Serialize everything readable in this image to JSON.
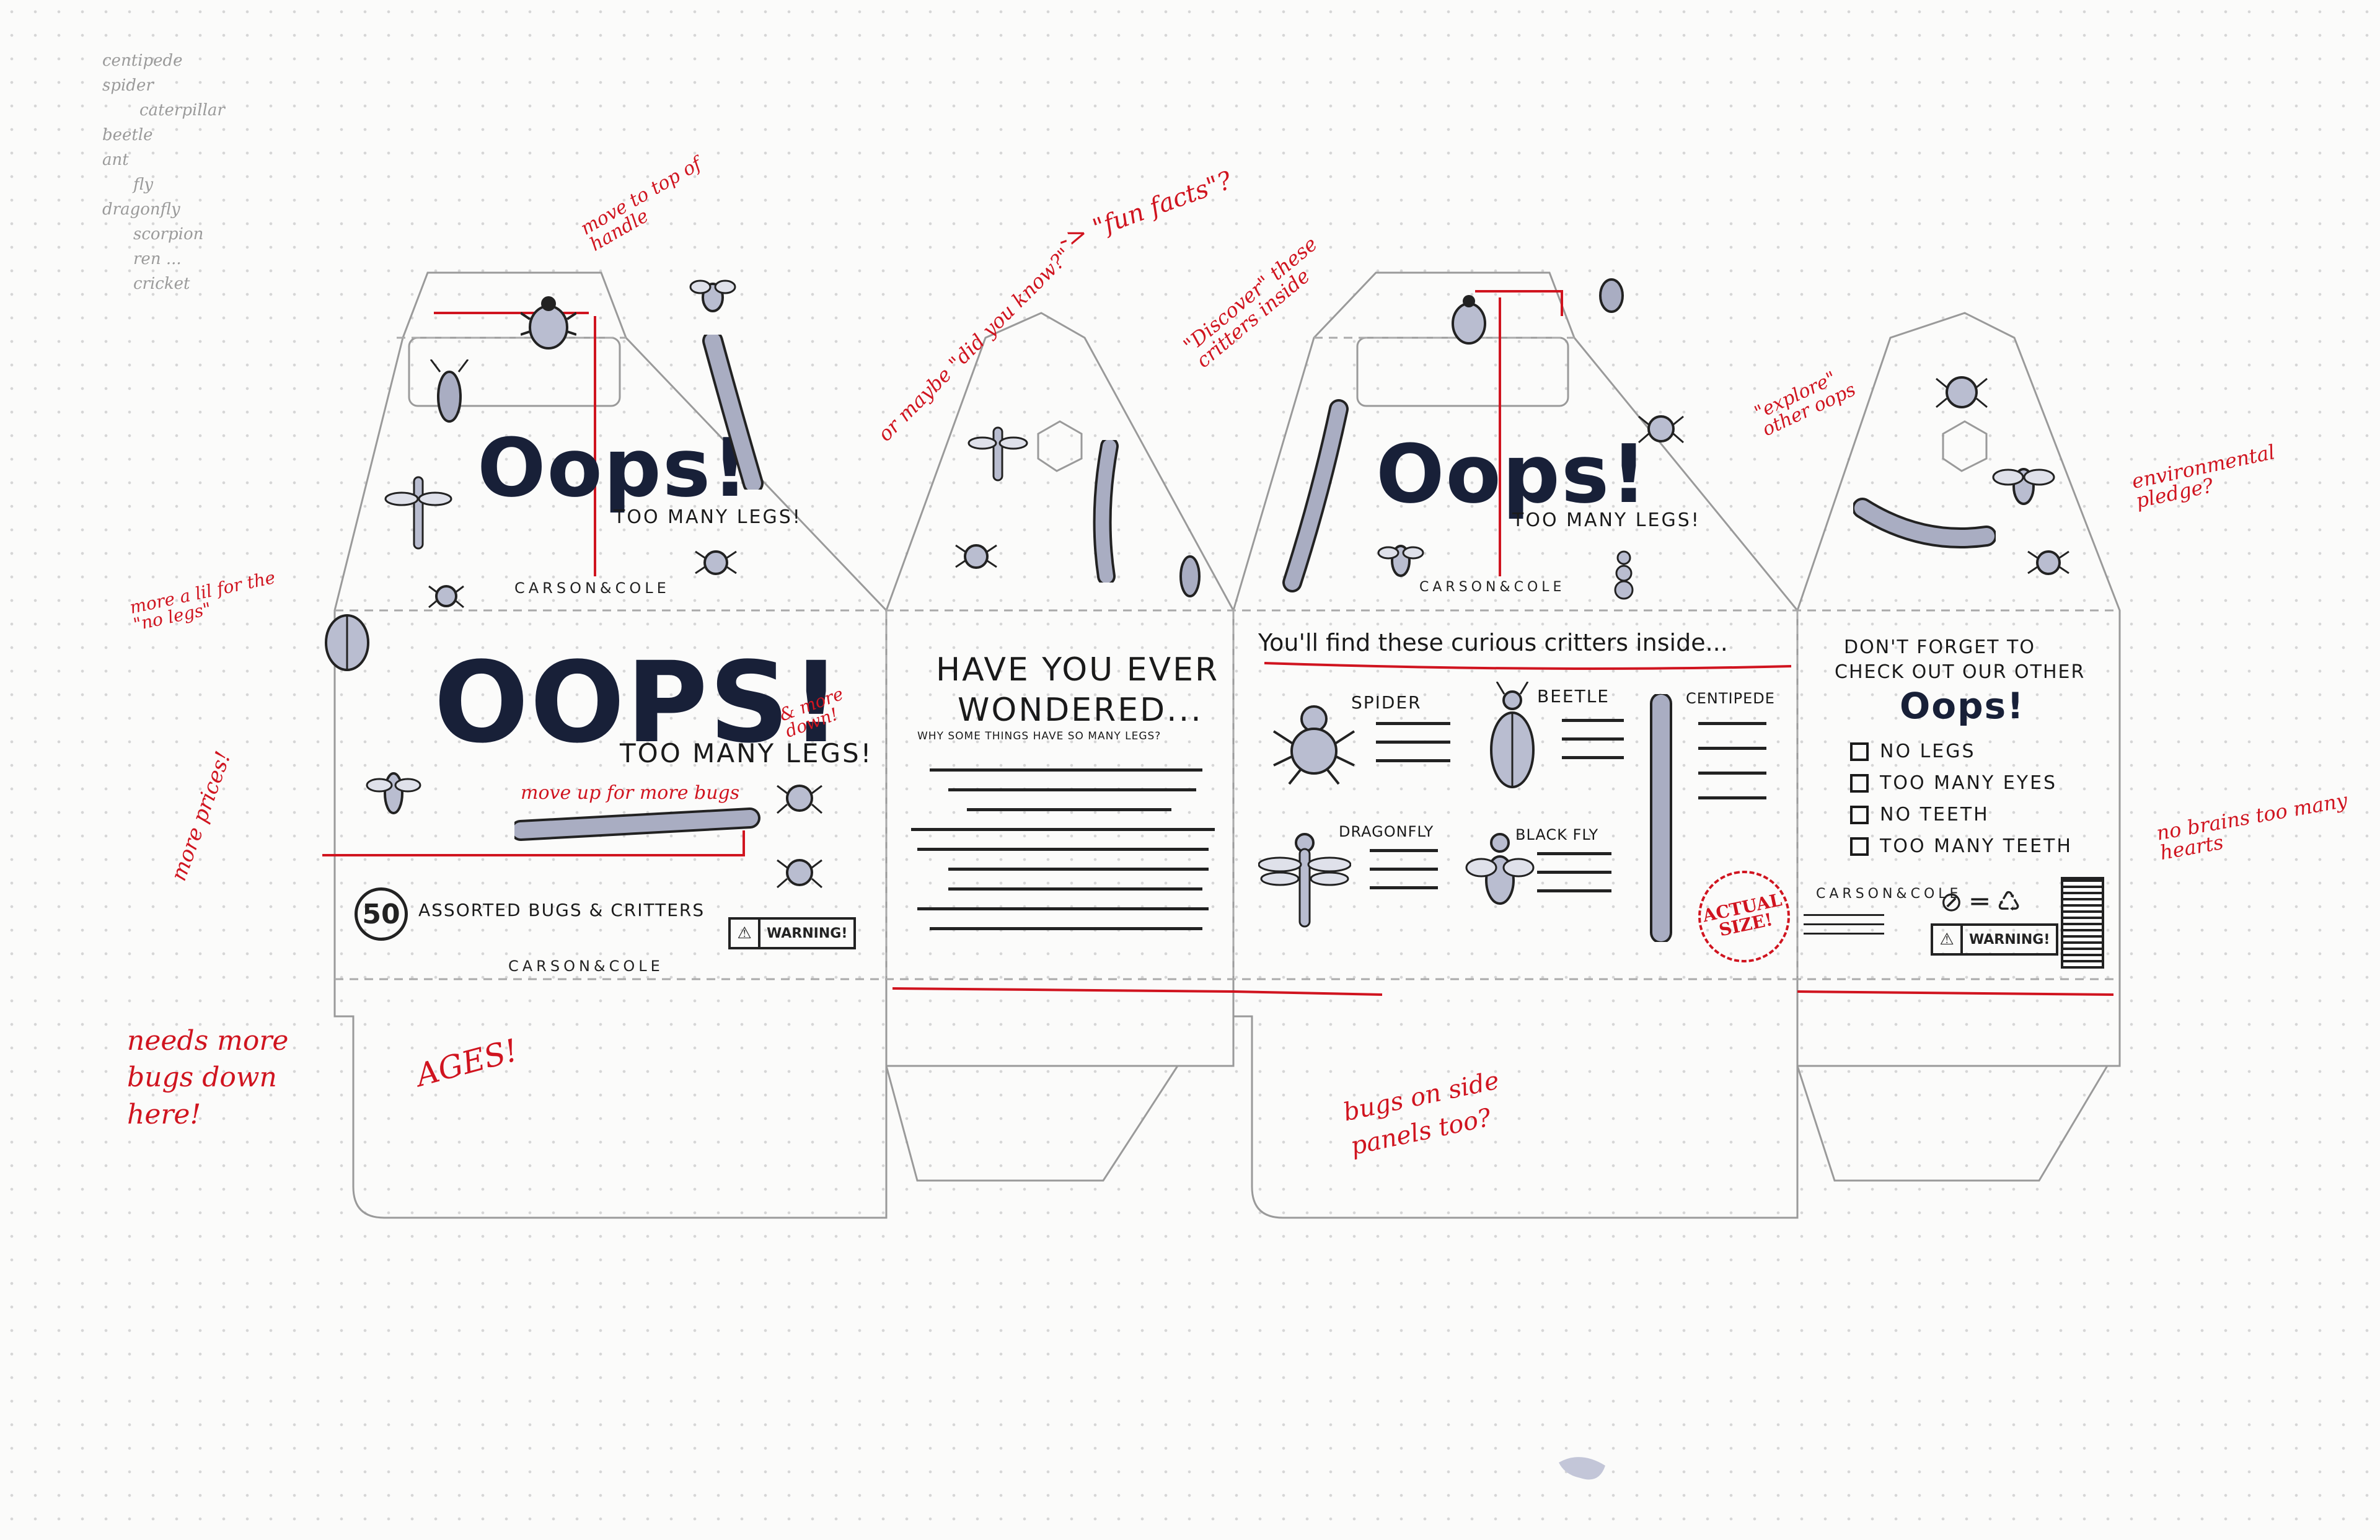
{
  "margin_notes": [
    "centipede",
    "spider",
    "caterpillar",
    "beetle",
    "ant",
    "fly",
    "dragonfly",
    "scorpion",
    "ren ...",
    "cricket"
  ],
  "panel1": {
    "logo_top": "Oops!",
    "tagline_top": "TOO MANY LEGS!",
    "brand_top": "CARSON&COLE",
    "logo_main": "OOPS!",
    "tagline_main": "TOO MANY LEGS!",
    "count": "50",
    "count_label": "ASSORTED BUGS & CRITTERS",
    "brand_bottom": "CARSON&COLE",
    "warning": "WARNING!"
  },
  "panel2": {
    "heading_line1": "HAVE YOU EVER",
    "heading_line2": "WONDERED...",
    "subheading": "WHY SOME THINGS HAVE SO MANY LEGS?"
  },
  "panel3": {
    "logo": "Oops!",
    "tagline": "TOO MANY LEGS!",
    "brand": "CARSON&COLE",
    "intro": "You'll find these curious critters inside...",
    "critters": [
      "SPIDER",
      "BEETLE",
      "CENTIPEDE",
      "DRAGONFLY",
      "BLACK FLY"
    ],
    "badge_line1": "ACTUAL",
    "badge_line2": "SIZE!"
  },
  "panel4": {
    "line1": "DON'T FORGET TO",
    "line2": "CHECK OUT OUR OTHER",
    "logo": "Oops!",
    "options": [
      "NO LEGS",
      "TOO MANY EYES",
      "NO TEETH",
      "TOO MANY TEETH"
    ],
    "brand": "CARSON&COLE",
    "warning": "WARNING!"
  },
  "annotations": {
    "move_handle": "move to top of handle",
    "did_you_know": "or maybe \"did you know?\"",
    "fun_facts": "-> \"fun facts\"?",
    "discover": "\"Discover\" these critters inside",
    "explore": "\"explore\" other oops",
    "pledge": "environmental pledge?",
    "more_legs": "more a lil for the \"no legs\"",
    "more_prices": "more prices!",
    "more_down": "& more down!",
    "more_up": "move up for more bugs",
    "needs_more": "needs more bugs down here!",
    "ages": "AGES!",
    "side_panels": "bugs on side panels too?",
    "no_brains": "no brains too many hearts"
  }
}
